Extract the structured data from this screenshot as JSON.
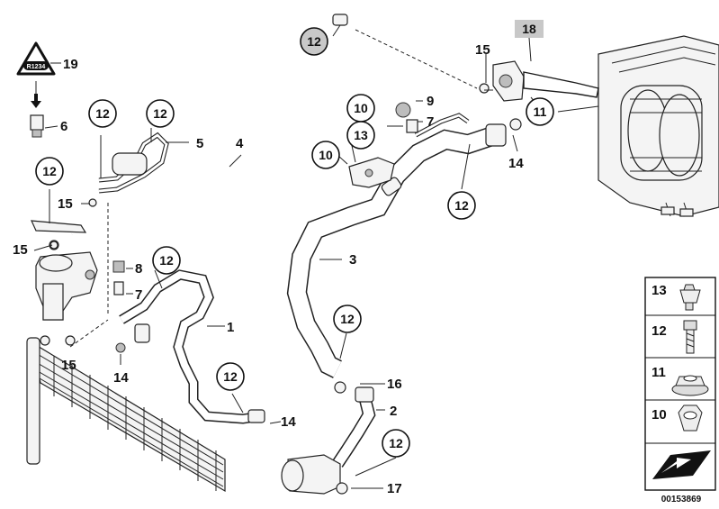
{
  "callouts": {
    "c12_top": "12",
    "c12_5a": "12",
    "c12_5b": "12",
    "c12_left": "12",
    "c12_mid": "12",
    "c12_hose3": "12",
    "c12_right": "12",
    "c12_hose1": "12",
    "c12_bottom": "12",
    "c10_a": "10",
    "c10_b": "10",
    "c13": "13",
    "c11": "11",
    "c18": "18"
  },
  "labels": {
    "l19": "19",
    "l6": "6",
    "l5": "5",
    "l4": "4",
    "l15_a": "15",
    "l15_b": "15",
    "l15_c": "15",
    "l15_d": "15",
    "l9": "9",
    "l7_a": "7",
    "l7_b": "7",
    "l8": "8",
    "l14_a": "14",
    "l14_b": "14",
    "l14_c": "14",
    "l3": "3",
    "l1": "1",
    "l16": "16",
    "l2": "2",
    "l17": "17"
  },
  "warning_triangle_text": "R1234",
  "legend": {
    "rows": [
      {
        "num": "13",
        "icon": "clip-nut-icon"
      },
      {
        "num": "12",
        "icon": "screw-icon"
      },
      {
        "num": "11",
        "icon": "collar-nut-icon"
      },
      {
        "num": "10",
        "icon": "hex-nut-icon"
      }
    ],
    "last_icon": "seal-kit-icon"
  },
  "diagram_id": "00153869",
  "colors": {
    "highlight_box": "#c8c8c8",
    "line": "#222222"
  }
}
